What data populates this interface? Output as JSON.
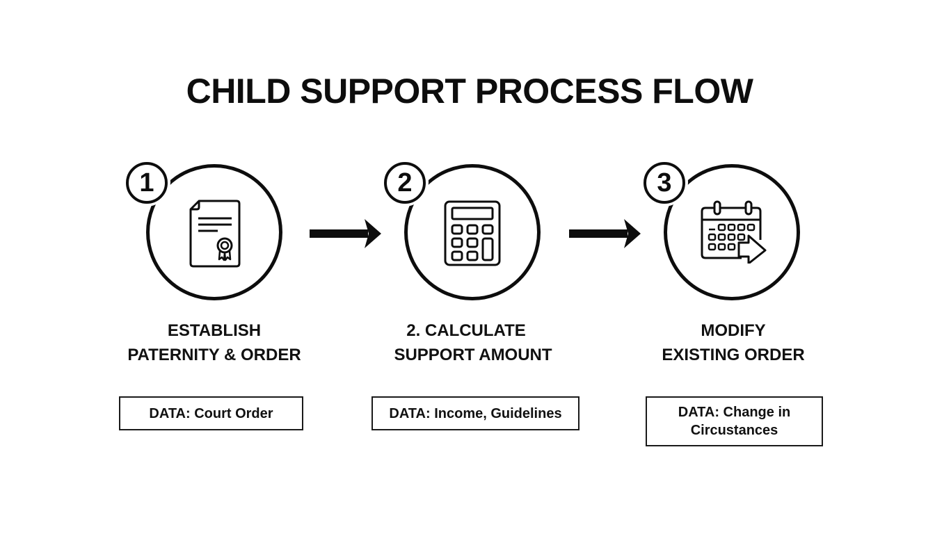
{
  "title": "CHILD SUPPORT PROCESS FLOW",
  "colors": {
    "background": "#ffffff",
    "stroke": "#0d0d0d",
    "text": "#111111"
  },
  "steps": [
    {
      "number": "1",
      "icon": "certificate-document-icon",
      "label_lines": [
        "ESTABLISH",
        "PATERNITY & ORDER"
      ],
      "data_lines": [
        "DATA: Court Order"
      ]
    },
    {
      "number": "2",
      "icon": "calculator-icon",
      "label_lines": [
        "2. CALCULATE",
        "SUPPORT AMOUNT"
      ],
      "data_lines": [
        "DATA: Income, Guidelines"
      ]
    },
    {
      "number": "3",
      "icon": "calendar-arrow-icon",
      "label_lines": [
        "MODIFY",
        "EXISTING ORDER"
      ],
      "data_lines": [
        "DATA: Change in",
        "Circustances"
      ]
    }
  ],
  "connectors": [
    {
      "from": "1",
      "to": "2",
      "icon": "arrow-right-icon"
    },
    {
      "from": "2",
      "to": "3",
      "icon": "arrow-right-icon"
    }
  ]
}
